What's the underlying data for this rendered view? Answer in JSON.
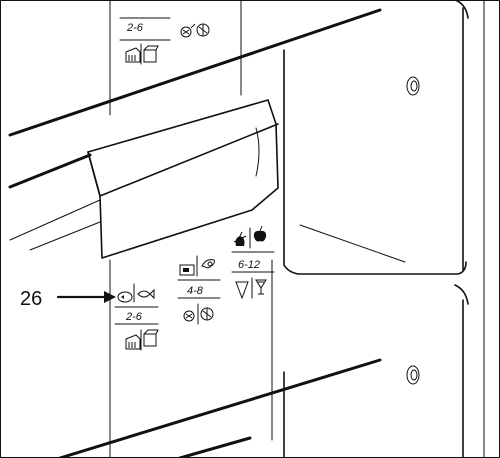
{
  "diagram": {
    "callout_number": "26",
    "upper_drawer": {
      "range_label": "2-6"
    },
    "lower_drawer": {
      "range_left_1": "2-6",
      "range_left_2": "4-8",
      "range_right": "6-12"
    },
    "icons": [
      "fish-meat-icon",
      "fish-icon",
      "cheese-icon",
      "sausage-icon",
      "butter-dish-icon",
      "box-icon",
      "vegetables-icon",
      "lettuce-icon",
      "fruit-icon",
      "apple-icon",
      "glass-icon",
      "wine-glass-icon"
    ],
    "colors": {
      "line": "#111111",
      "background": "#ffffff"
    }
  }
}
